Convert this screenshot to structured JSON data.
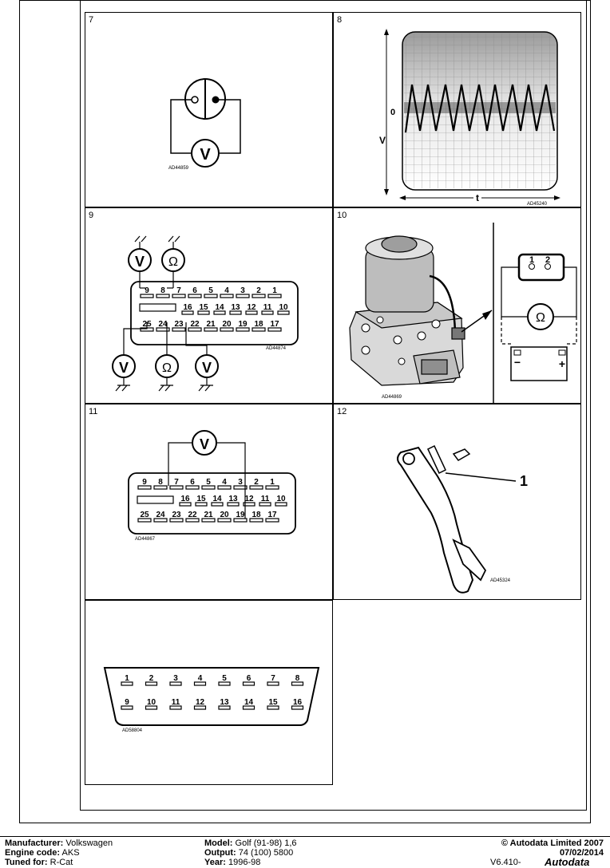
{
  "panels": {
    "p7": {
      "num": "7",
      "ref": "AD44859",
      "meter": "V"
    },
    "p8": {
      "num": "8",
      "ref": "AD45240",
      "zero": "0",
      "v_axis": "V",
      "t_axis": "t"
    },
    "p9": {
      "num": "9",
      "ref": "AD44874",
      "top_meters": [
        "V",
        "Ω"
      ],
      "bottom_meters": [
        "V",
        "Ω",
        "V"
      ],
      "row1": [
        "9",
        "8",
        "7",
        "6",
        "5",
        "4",
        "3",
        "2",
        "1"
      ],
      "row2": [
        "16",
        "15",
        "14",
        "13",
        "12",
        "11",
        "10"
      ],
      "row3": [
        "25",
        "24",
        "23",
        "22",
        "21",
        "20",
        "19",
        "18",
        "17"
      ]
    },
    "p10": {
      "num": "10",
      "ref": "AD44869",
      "pins": [
        "1",
        "2"
      ],
      "meter": "Ω",
      "minus": "−",
      "plus": "+"
    },
    "p11": {
      "num": "11",
      "ref": "AD44867",
      "meter": "V",
      "row1": [
        "9",
        "8",
        "7",
        "6",
        "5",
        "4",
        "3",
        "2",
        "1"
      ],
      "row2": [
        "16",
        "15",
        "14",
        "13",
        "12",
        "11",
        "10"
      ],
      "row3": [
        "25",
        "24",
        "23",
        "22",
        "21",
        "20",
        "19",
        "18",
        "17"
      ]
    },
    "p12": {
      "num": "12",
      "ref": "AD45324",
      "callout": "1"
    },
    "p13": {
      "ref": "AD58804",
      "row1": [
        "1",
        "2",
        "3",
        "4",
        "5",
        "6",
        "7",
        "8"
      ],
      "row2": [
        "9",
        "10",
        "11",
        "12",
        "13",
        "14",
        "15",
        "16"
      ]
    }
  },
  "footer": {
    "manufacturer_label": "Manufacturer:",
    "manufacturer": "Volkswagen",
    "engine_label": "Engine code:",
    "engine": "AKS",
    "tuned_label": "Tuned for:",
    "tuned": "R-Cat",
    "model_label": "Model:",
    "model": "Golf (91-98) 1,6",
    "output_label": "Output:",
    "output": "74 (100) 5800",
    "year_label": "Year:",
    "year": "1996-98",
    "copyright": "© Autodata Limited 2007",
    "date": "07/02/2014",
    "version": "V6.410-",
    "brand": "Autodata"
  }
}
